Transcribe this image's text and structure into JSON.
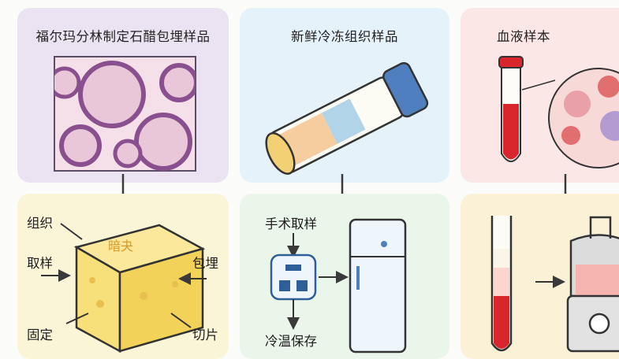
{
  "columns": [
    {
      "title": "福尔玛分林制定石醋包埋样品",
      "steps": {
        "tissue": "组织",
        "sampling": "取样",
        "embedding": "包埋",
        "fixation": "固定",
        "sectioning": "切片",
        "block_text": "暗夬"
      }
    },
    {
      "title": "新鲜冷冻组织样品",
      "steps": {
        "surgery": "手术取样",
        "cold_storage": "冷温保存"
      }
    },
    {
      "title": "血液样本"
    }
  ],
  "colors": {
    "panel1_top": "#ece3f2",
    "panel2_top": "#e6f2fa",
    "panel3_top": "#fbe7e5",
    "panel1_bottom": "#fbf5d8",
    "panel2_bottom": "#eaf6ea",
    "panel3_bottom": "#fbf1d6",
    "blood_red": "#d8262c",
    "tube_cap_blue": "#4f7fbf"
  },
  "icons": [
    "microscope-tissue-image",
    "cryo-tube-icon",
    "blood-tube-icon",
    "paraffin-block-icon",
    "flowchart-icon",
    "refrigerator-icon",
    "centrifuge-icon"
  ]
}
